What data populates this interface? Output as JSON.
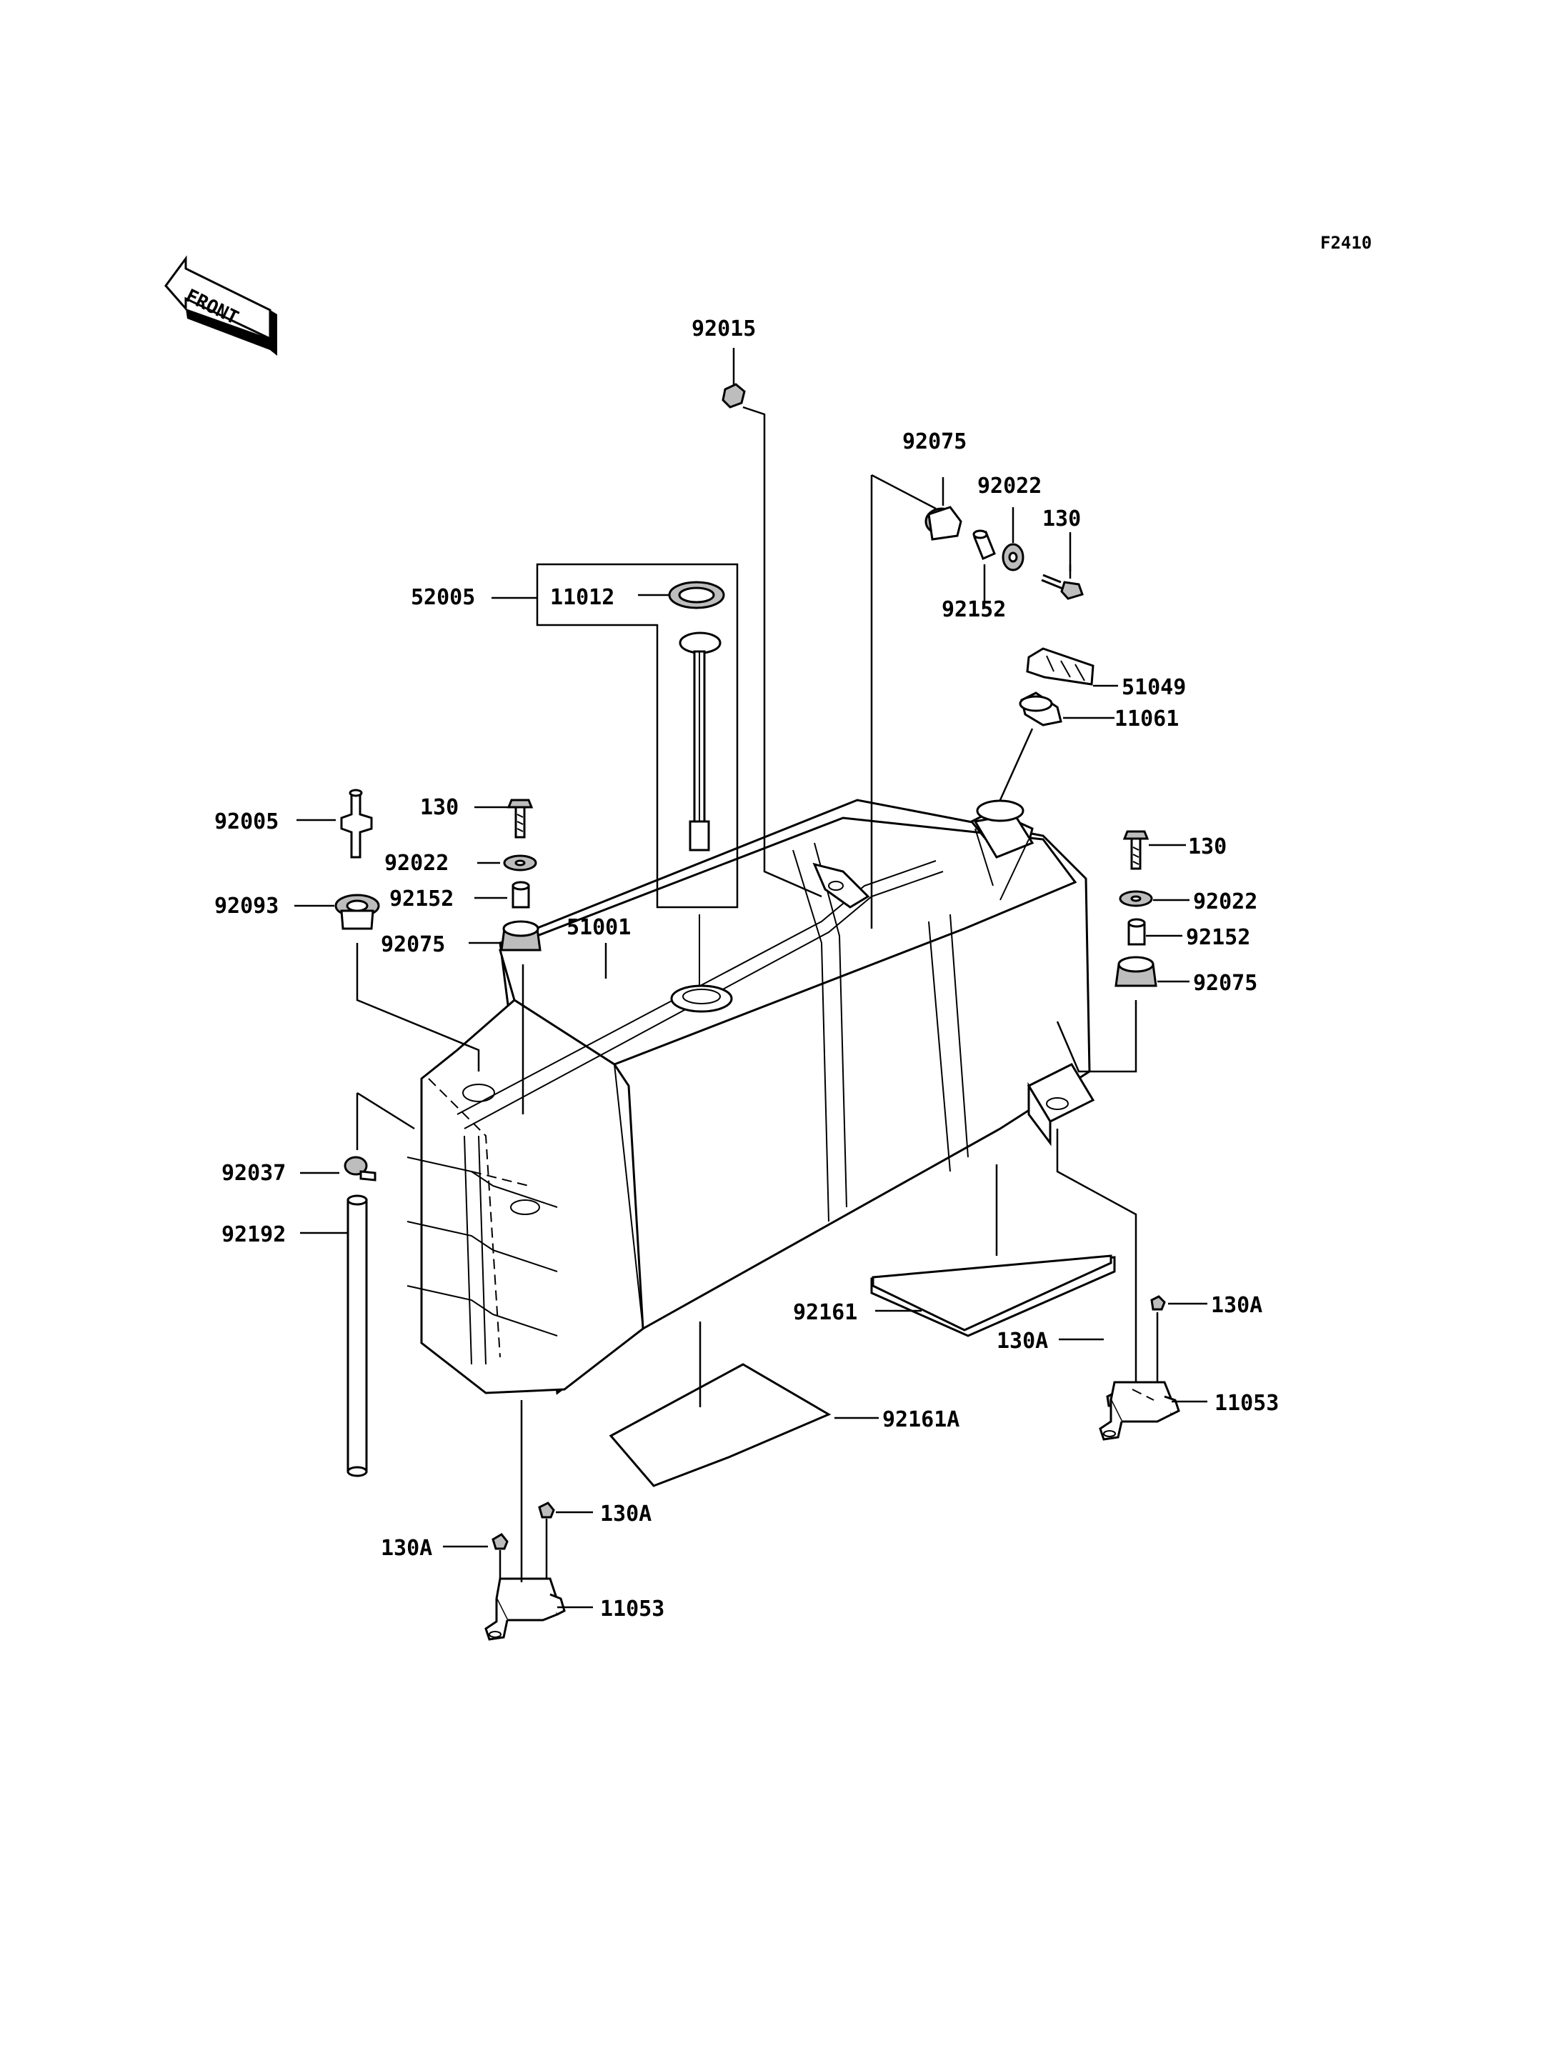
{
  "diagram_code": "F2410",
  "front_marker": "FRONT",
  "labels": {
    "p92015": "92015",
    "p92075_top": "92075",
    "p92022_top": "92022",
    "p130_top": "130",
    "p92152_top": "92152",
    "p52005": "52005",
    "p11012": "11012",
    "p51049": "51049",
    "p11061": "11061",
    "p92005": "92005",
    "p130_left": "130",
    "p92022_left": "92022",
    "p92093": "92093",
    "p92152_left": "92152",
    "p92075_left": "92075",
    "p51001": "51001",
    "p130_right": "130",
    "p92022_right": "92022",
    "p92152_right": "92152",
    "p92075_right": "92075",
    "p92037": "92037",
    "p92192": "92192",
    "p92161": "92161",
    "p130A_r1": "130A",
    "p130A_r2": "130A",
    "p11053_right": "11053",
    "p92161A": "92161A",
    "p130A_l1": "130A",
    "p130A_l2": "130A",
    "p11053_left": "11053"
  }
}
